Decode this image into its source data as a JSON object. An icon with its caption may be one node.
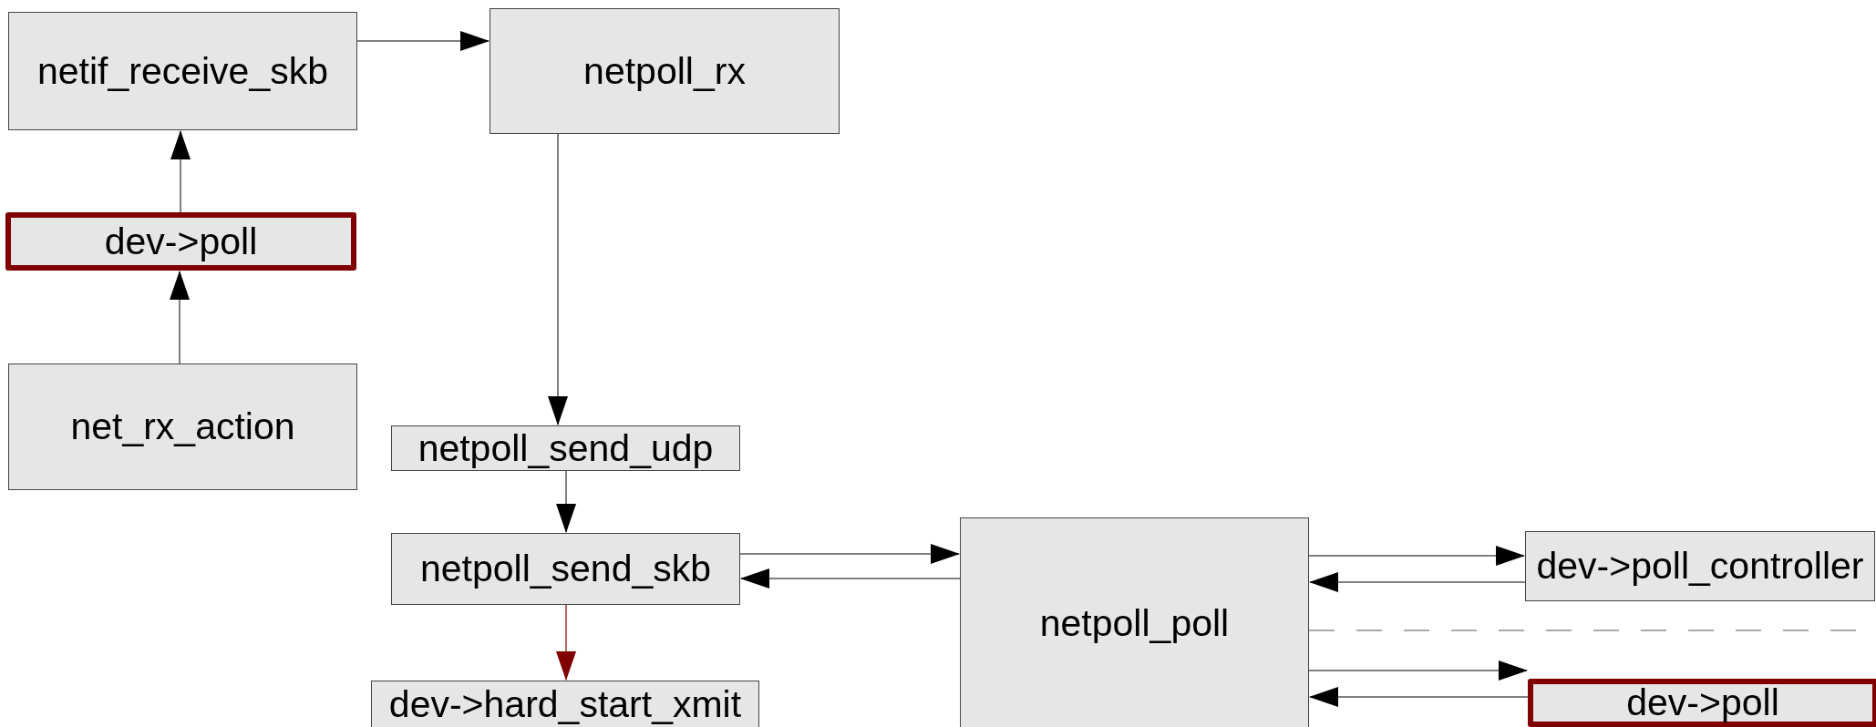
{
  "diagram": {
    "nodes": [
      {
        "text": [
          "netif_receive_skb"
        ]
      },
      {
        "text": [
          "netpoll_rx"
        ]
      },
      {
        "text": [
          "dev->poll"
        ]
      },
      {
        "text": [
          "net_rx_action"
        ]
      },
      {
        "text": [
          "netpoll_send_udp"
        ]
      },
      {
        "text": [
          "netpoll_send_skb"
        ]
      },
      {
        "text": [
          "netpoll_poll"
        ]
      },
      {
        "text": [
          "dev->poll_controller"
        ]
      },
      {
        "text": [
          "dev->hard_start_xmit"
        ]
      },
      {
        "text": [
          "dev->poll"
        ]
      }
    ],
    "edges": [
      {
        "from": 0,
        "to": 1,
        "arrow": "to"
      },
      {
        "from": 2,
        "to": 0,
        "arrow": "to"
      },
      {
        "from": 3,
        "to": 2,
        "arrow": "to"
      },
      {
        "from": 1,
        "to": 4,
        "arrow": "to"
      },
      {
        "from": 4,
        "to": 5,
        "arrow": "to"
      },
      {
        "from": 5,
        "to": 6,
        "arrow": "to"
      },
      {
        "from": 6,
        "to": 5,
        "arrow": "to"
      },
      {
        "from": 5,
        "to": 8,
        "arrow": "to",
        "color": "#800000"
      },
      {
        "from": 6,
        "to": 7,
        "arrow": "to"
      },
      {
        "from": 7,
        "to": 6,
        "arrow": "to"
      },
      {
        "from": 6,
        "to": null,
        "arrow": "none",
        "style": "dashed"
      },
      {
        "from": 6,
        "to": 9,
        "arrow": "to"
      },
      {
        "from": 9,
        "to": 6,
        "arrow": "to"
      }
    ]
  }
}
